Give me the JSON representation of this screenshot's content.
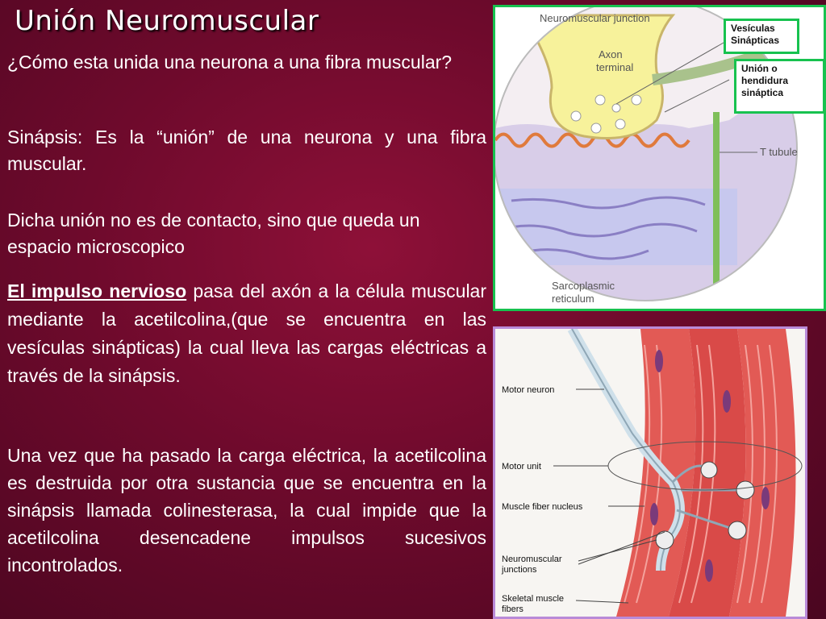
{
  "slide": {
    "title": "Unión Neuromuscular",
    "question": "¿Cómo esta unida una neurona a una fibra muscular?",
    "synapsis": "Sinápsis: Es la “unión” de una neurona y una fibra muscular.",
    "gap": "Dicha unión no es de contacto, sino que queda un espacio microscopico",
    "impulse_lead": "El impulso nervioso",
    "impulse_rest": " pasa del axón a la célula muscular mediante la acetilcolina,(que se encuentra en las vesículas sinápticas) la cual lleva las cargas eléctricas a través de la sinápsis.",
    "cholinesterase": "Una vez que ha pasado la carga eléctrica, la acetilcolina es destruida por otra sustancia que se encuentra en la sinápsis llamada colinesterasa, la cual impide que la acetilcolina desencadene impulsos sucesivos incontrolados."
  },
  "figure1": {
    "heading": "Neuromuscular junction",
    "axon_line1": "Axon",
    "axon_line2": "terminal",
    "t_tubule": "T tubule",
    "sr_line1": "Sarcoplasmic",
    "sr_line2": "reticulum",
    "callout_vesicles_line1": "Vesículas",
    "callout_vesicles_line2": "Sinápticas",
    "callout_cleft_line1": "Unión o",
    "callout_cleft_line2": "hendidura",
    "callout_cleft_line3": "sináptica"
  },
  "figure2": {
    "motor_neuron": "Motor neuron",
    "motor_unit": "Motor unit",
    "fiber_nucleus": "Muscle fiber nucleus",
    "nmj_line1": "Neuromuscular",
    "nmj_line2": "junctions",
    "skeletal_line1": "Skeletal muscle",
    "skeletal_line2": "fibers"
  },
  "colors": {
    "background": "#6e0a2c",
    "frame_top": "#17c24f",
    "frame_bottom": "#b98ad8"
  }
}
